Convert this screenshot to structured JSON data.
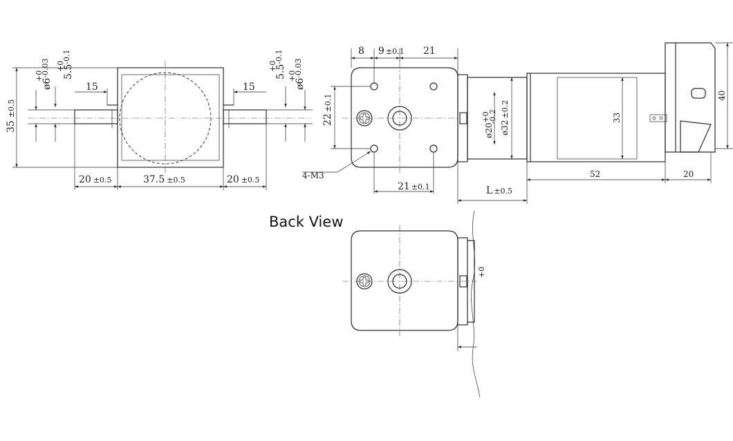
{
  "labels": {
    "back_view": "Back View",
    "holes": "4-M3"
  },
  "side_view": {
    "dia_shaft_left": "ø6",
    "dia_shaft_left_tol": "-0.03",
    "flat_left": "5.5",
    "flat_left_tol": "-0.1",
    "dia_shaft_right": "ø6",
    "dia_shaft_right_tol": "-0.03",
    "flat_right": "5.5",
    "flat_right_tol": "-0.1",
    "tol_zero": "+0",
    "flat_len_left": "15",
    "flat_len_right": "15",
    "height": "35",
    "height_tol": "±0.5",
    "shaft_left": "20",
    "shaft_left_tol": "±0.5",
    "body_width": "37.5",
    "body_width_tol": "±0.5",
    "shaft_right": "20",
    "shaft_right_tol": "±0.5"
  },
  "front_view": {
    "d8": "8",
    "d9": "9",
    "d9_tol": "±0.1",
    "d21_top": "21",
    "d22": "22",
    "d22_tol": "±0.1",
    "d21_bottom": "21",
    "d21_bottom_tol": "±0.1",
    "dia20": "ø20",
    "dia20_tol_top": "+0",
    "dia20_tol_bottom": "-0.2",
    "dia32": "ø32",
    "dia32_tol": "±0.2",
    "d33": "33",
    "d40": "40",
    "l_len": "L",
    "l_tol": "±0.5",
    "d52": "52",
    "d20": "20"
  },
  "back_view": {
    "partial_tol": "+0"
  }
}
